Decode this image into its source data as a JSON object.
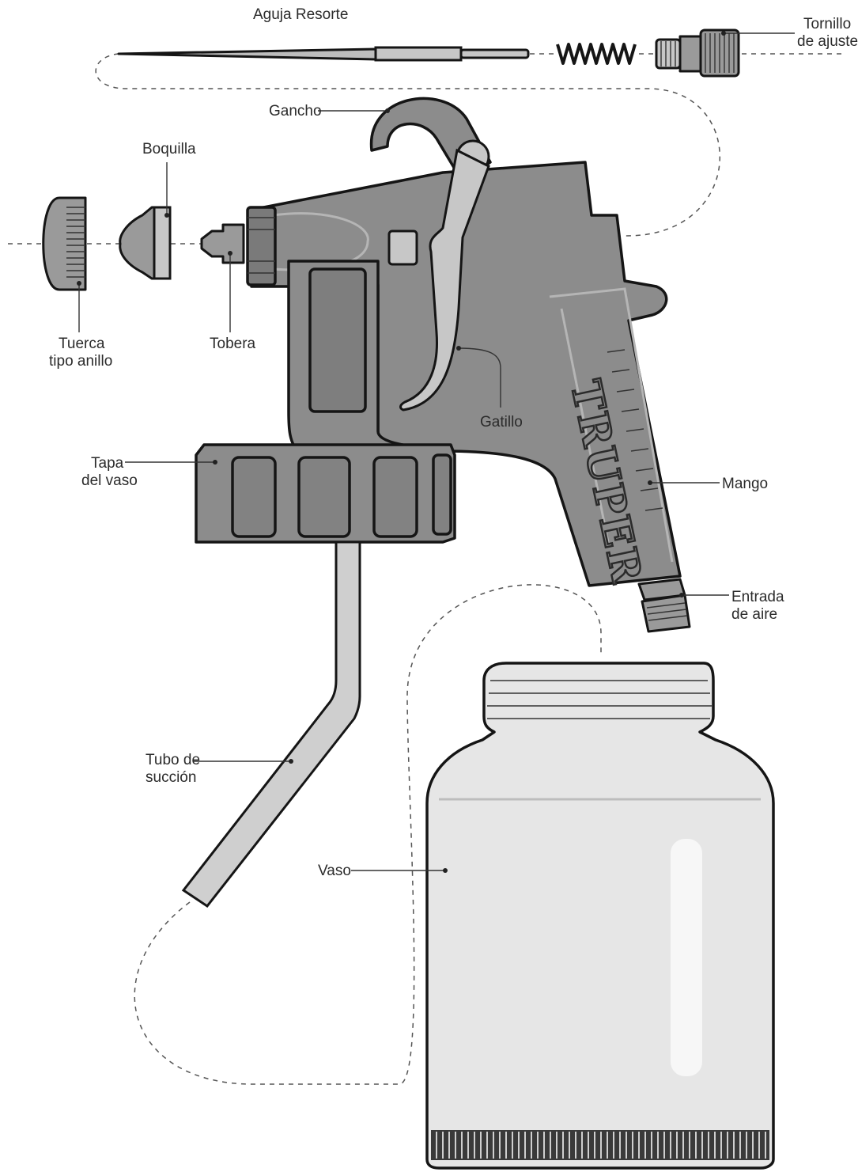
{
  "brand": "TRUPER",
  "labels": {
    "aguja_resorte": "Aguja Resorte",
    "tornillo_1": "Tornillo",
    "tornillo_2": "de ajuste",
    "gancho": "Gancho",
    "boquilla": "Boquilla",
    "tuerca_1": "Tuerca",
    "tuerca_2": "tipo anillo",
    "tobera": "Tobera",
    "gatillo": "Gatillo",
    "tapa_1": "Tapa",
    "tapa_2": "del vaso",
    "mango": "Mango",
    "entrada_1": "Entrada",
    "entrada_2": "de aire",
    "tubo_1": "Tubo de",
    "tubo_2": "succión",
    "vaso": "Vaso"
  },
  "colors": {
    "gun_body": "#8c8c8c",
    "jar": "#e6e6e6",
    "outline": "#151515"
  }
}
